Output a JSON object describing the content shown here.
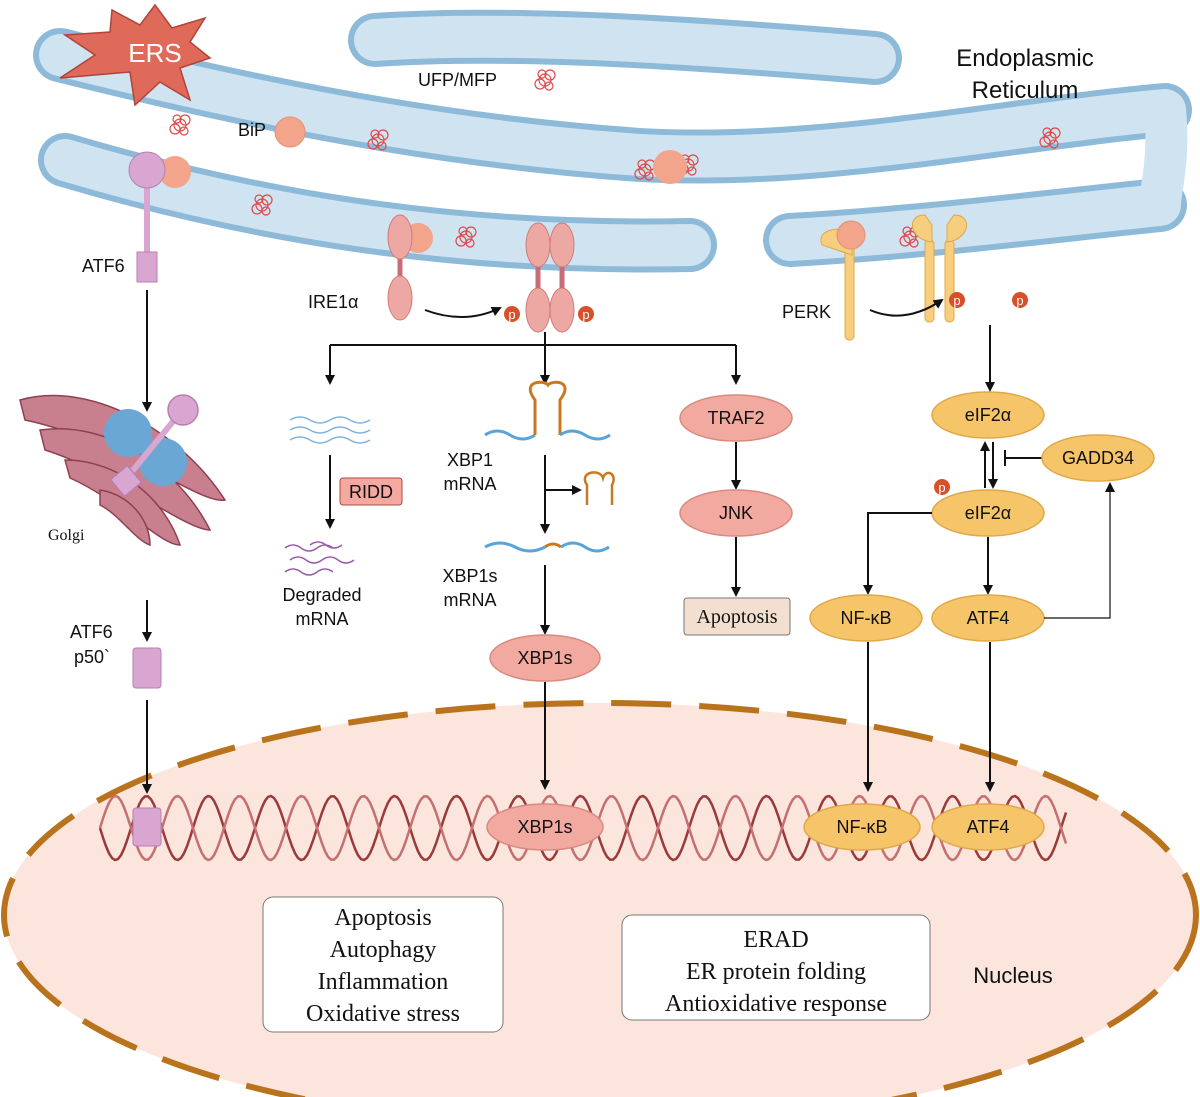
{
  "labels": {
    "ers": "ERS",
    "ufp_mfp": "UFP/MFP",
    "bip": "BiP",
    "er_line1": "Endoplasmic",
    "er_line2": "Reticulum",
    "atf6": "ATF6",
    "golgi": "Golgi",
    "atf6_p50_line1": "ATF6",
    "atf6_p50_line2": "p50`",
    "ire1a": "IRE1α",
    "perk": "PERK",
    "phospho": "p",
    "ridd": "RIDD",
    "degraded_line1": "Degraded",
    "degraded_line2": "mRNA",
    "xbp1_line1": "XBP1",
    "xbp1_line2": "mRNA",
    "xbp1s_mrna_line1": "XBP1s",
    "xbp1s_mrna_line2": "mRNA",
    "xbp1s": "XBP1s",
    "traf2": "TRAF2",
    "jnk": "JNK",
    "apoptosis": "Apoptosis",
    "eif2a": "eIF2α",
    "gadd34": "GADD34",
    "nfkb": "NF-κB",
    "atf4": "ATF4",
    "nucleus": "Nucleus"
  },
  "outcome_box_left": [
    "Apoptosis",
    "Autophagy",
    "Inflammation",
    "Oxidative stress"
  ],
  "outcome_box_right": [
    "ERAD",
    "ER protein folding",
    "Antioxidative response"
  ],
  "colors": {
    "er_membrane": "#8dbad9",
    "er_lumen": "#cfe3f0",
    "ers_star": "#e06a5a",
    "atf6": "#d9a6d2",
    "ire1": "#eea8a3",
    "perk": "#f7cd7e",
    "nucleus_fill": "#fbe5dc",
    "nucleus_border": "#b9731c"
  }
}
